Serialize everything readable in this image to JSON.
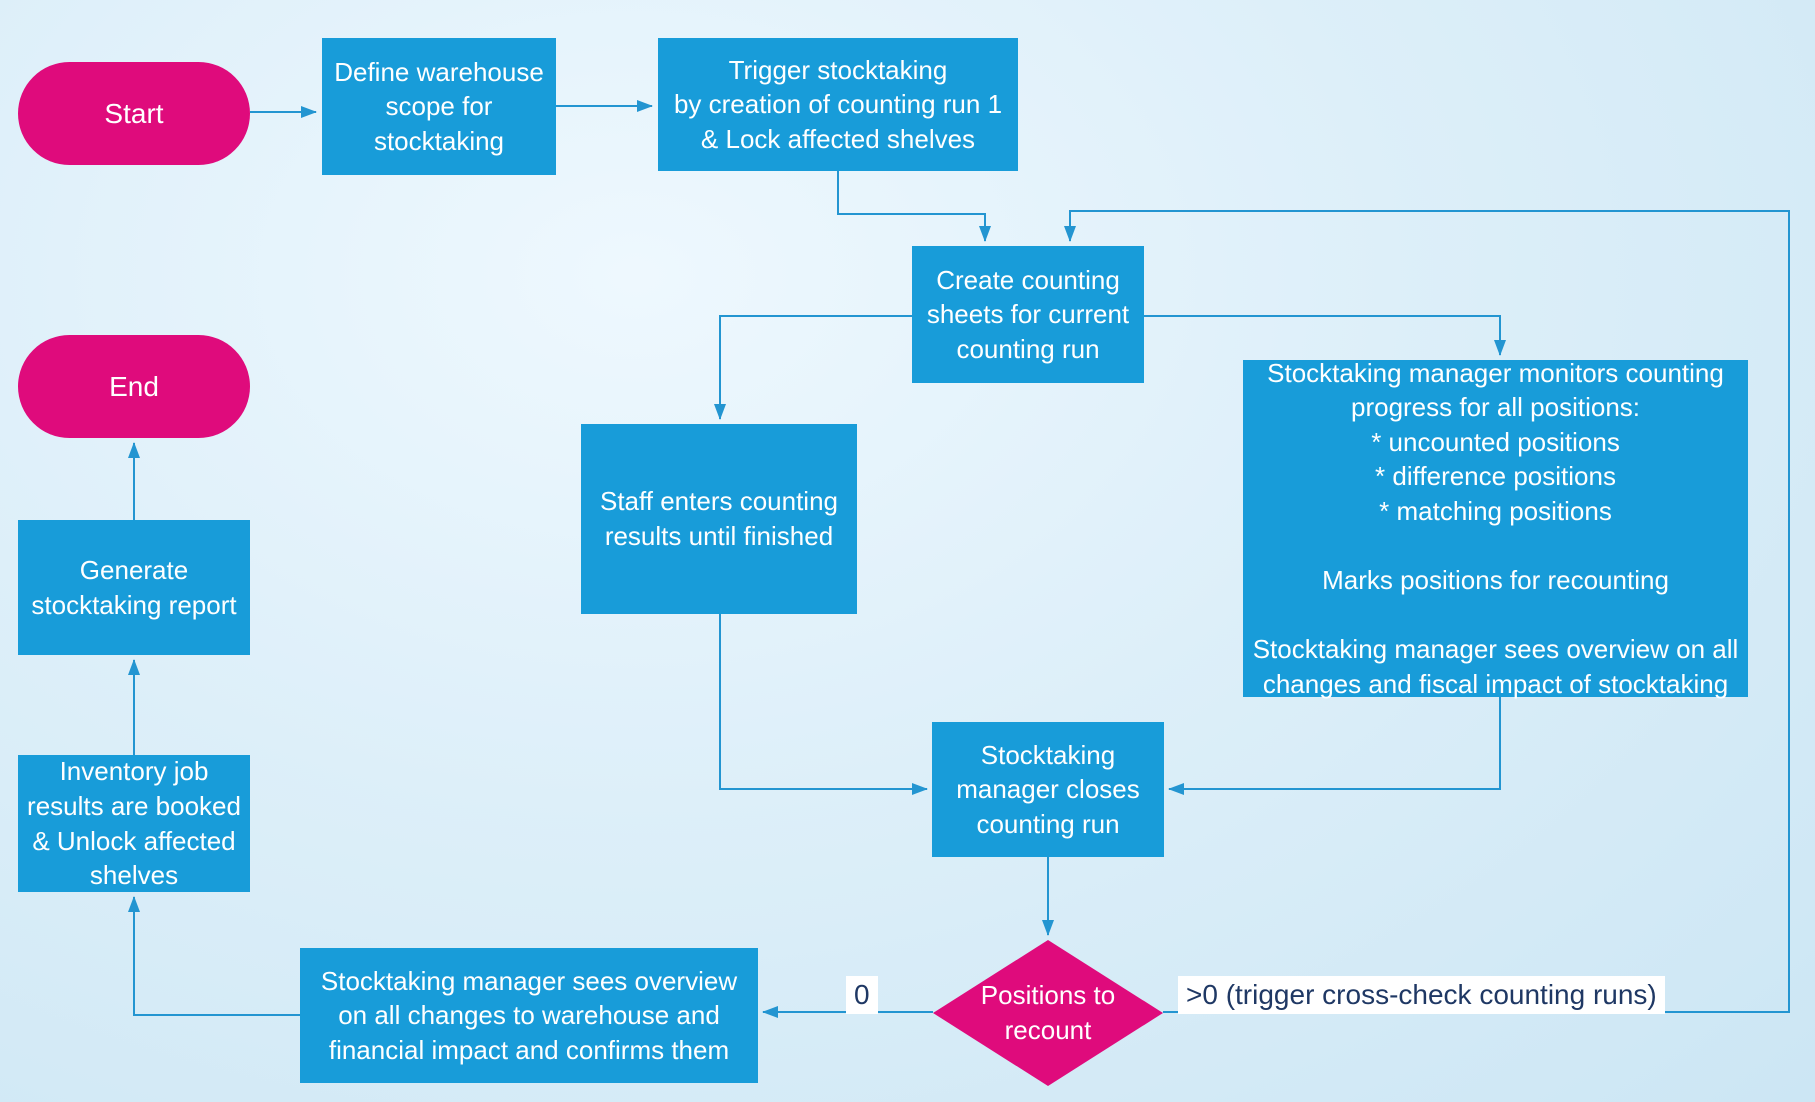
{
  "diagram": {
    "nodes": {
      "start": {
        "label": "Start"
      },
      "define_scope": {
        "label": "Define warehouse\nscope for\nstocktaking"
      },
      "trigger_stocktaking": {
        "label": "Trigger stocktaking\nby creation of counting run 1\n& Lock affected shelves"
      },
      "create_sheets": {
        "label": "Create counting\nsheets for current\ncounting run"
      },
      "staff_enters": {
        "label": "Staff enters counting\nresults until finished"
      },
      "manager_monitors": {
        "label": "Stocktaking manager monitors counting progress for all positions:\n* uncounted positions\n* difference positions\n* matching positions\n\nMarks positions for recounting\n\nStocktaking manager sees overview on all changes and fiscal impact of stocktaking"
      },
      "manager_closes": {
        "label": "Stocktaking\nmanager closes\ncounting run"
      },
      "positions_to_recount": {
        "label": "Positions to\nrecount"
      },
      "manager_confirms": {
        "label": "Stocktaking manager sees overview\non all changes to warehouse and\nfinancial impact and confirms them"
      },
      "inventory_booked": {
        "label": "Inventory job\nresults are booked\n& Unlock affected\nshelves"
      },
      "generate_report": {
        "label": "Generate\nstocktaking report"
      },
      "end": {
        "label": "End"
      }
    },
    "edge_labels": {
      "zero": "0",
      "gt_zero": ">0 (trigger cross-check counting runs)"
    },
    "colors": {
      "node_blue": "#189CD9",
      "node_pink": "#DF0B7C",
      "arrow": "#2395D1",
      "edge_label_text": "#1F3864",
      "edge_label_bg": "#FFFFFF"
    }
  }
}
